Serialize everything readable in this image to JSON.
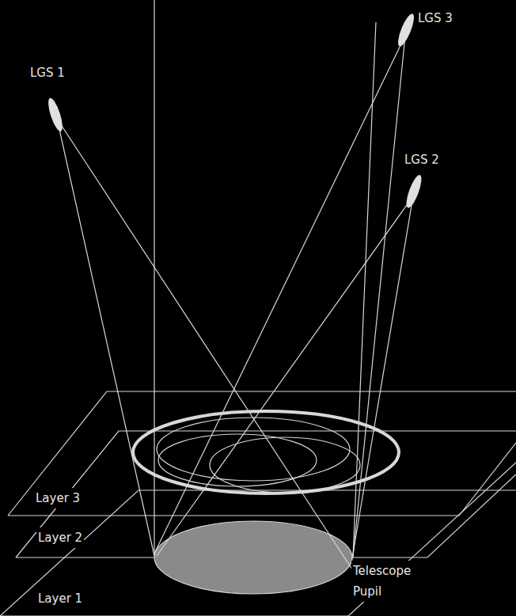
{
  "diagram": {
    "labels": [
      "LGS 1",
      "LGS 3",
      "LGS 2",
      "Layer 3",
      "Layer 2",
      "Layer 1",
      "Telescope Pupil"
    ]
  }
}
